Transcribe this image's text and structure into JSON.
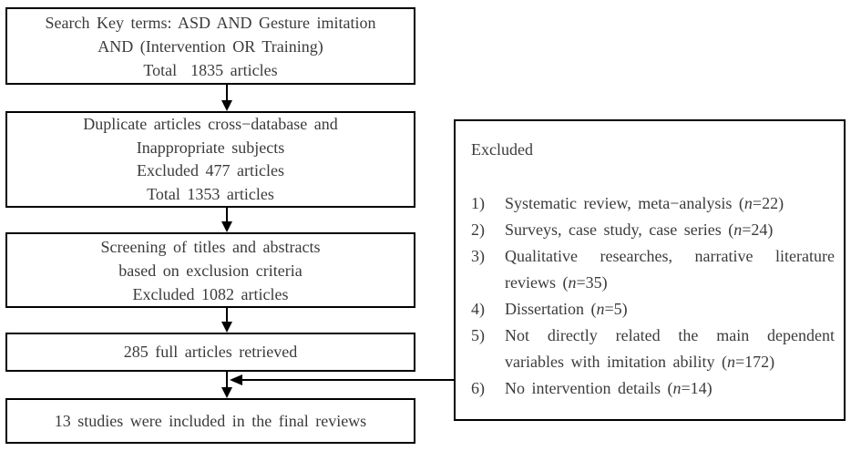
{
  "colors": {
    "background": "#ffffff",
    "box_border": "#000000",
    "arrow": "#000000",
    "text": "#3b3b3b"
  },
  "flow_boxes": [
    {
      "id": "search",
      "lines": [
        "Search Key terms: ASD AND Gesture imitation",
        "AND (Intervention OR Training)",
        "Total  1835 articles"
      ]
    },
    {
      "id": "duplicates",
      "lines": [
        "Duplicate articles cross−database and",
        "Inappropriate subjects",
        "Excluded 477 articles",
        "Total 1353 articles"
      ]
    },
    {
      "id": "screening",
      "lines": [
        "Screening of titles and abstracts",
        "based on exclusion criteria",
        "Excluded 1082 articles"
      ]
    },
    {
      "id": "retrieved",
      "lines": [
        "285 full articles retrieved"
      ]
    },
    {
      "id": "included",
      "lines": [
        "13 studies were included in the final reviews"
      ]
    }
  ],
  "excluded_panel": {
    "title": "Excluded",
    "items": [
      {
        "num": "1)",
        "lines": [
          {
            "pre": "Systematic review, meta−analysis (",
            "n": "n",
            "post": "=22)"
          }
        ]
      },
      {
        "num": "2)",
        "lines": [
          {
            "pre": "Surveys, case study, case series (",
            "n": "n",
            "post": "=24)"
          }
        ]
      },
      {
        "num": "3)",
        "lines": [
          {
            "pre": "Qualitative researches, narrative literature"
          },
          {
            "pre": "reviews (",
            "n": "n",
            "post": "=35)"
          }
        ]
      },
      {
        "num": "4)",
        "lines": [
          {
            "pre": "Dissertation (",
            "n": "n",
            "post": "=5)"
          }
        ]
      },
      {
        "num": "5)",
        "lines": [
          {
            "pre": "Not directly related the main dependent"
          },
          {
            "pre": "variables with imitation ability (",
            "n": "n",
            "post": "=172)"
          }
        ]
      },
      {
        "num": "6)",
        "lines": [
          {
            "pre": "No intervention details (",
            "n": "n",
            "post": "=14)"
          }
        ]
      }
    ]
  }
}
